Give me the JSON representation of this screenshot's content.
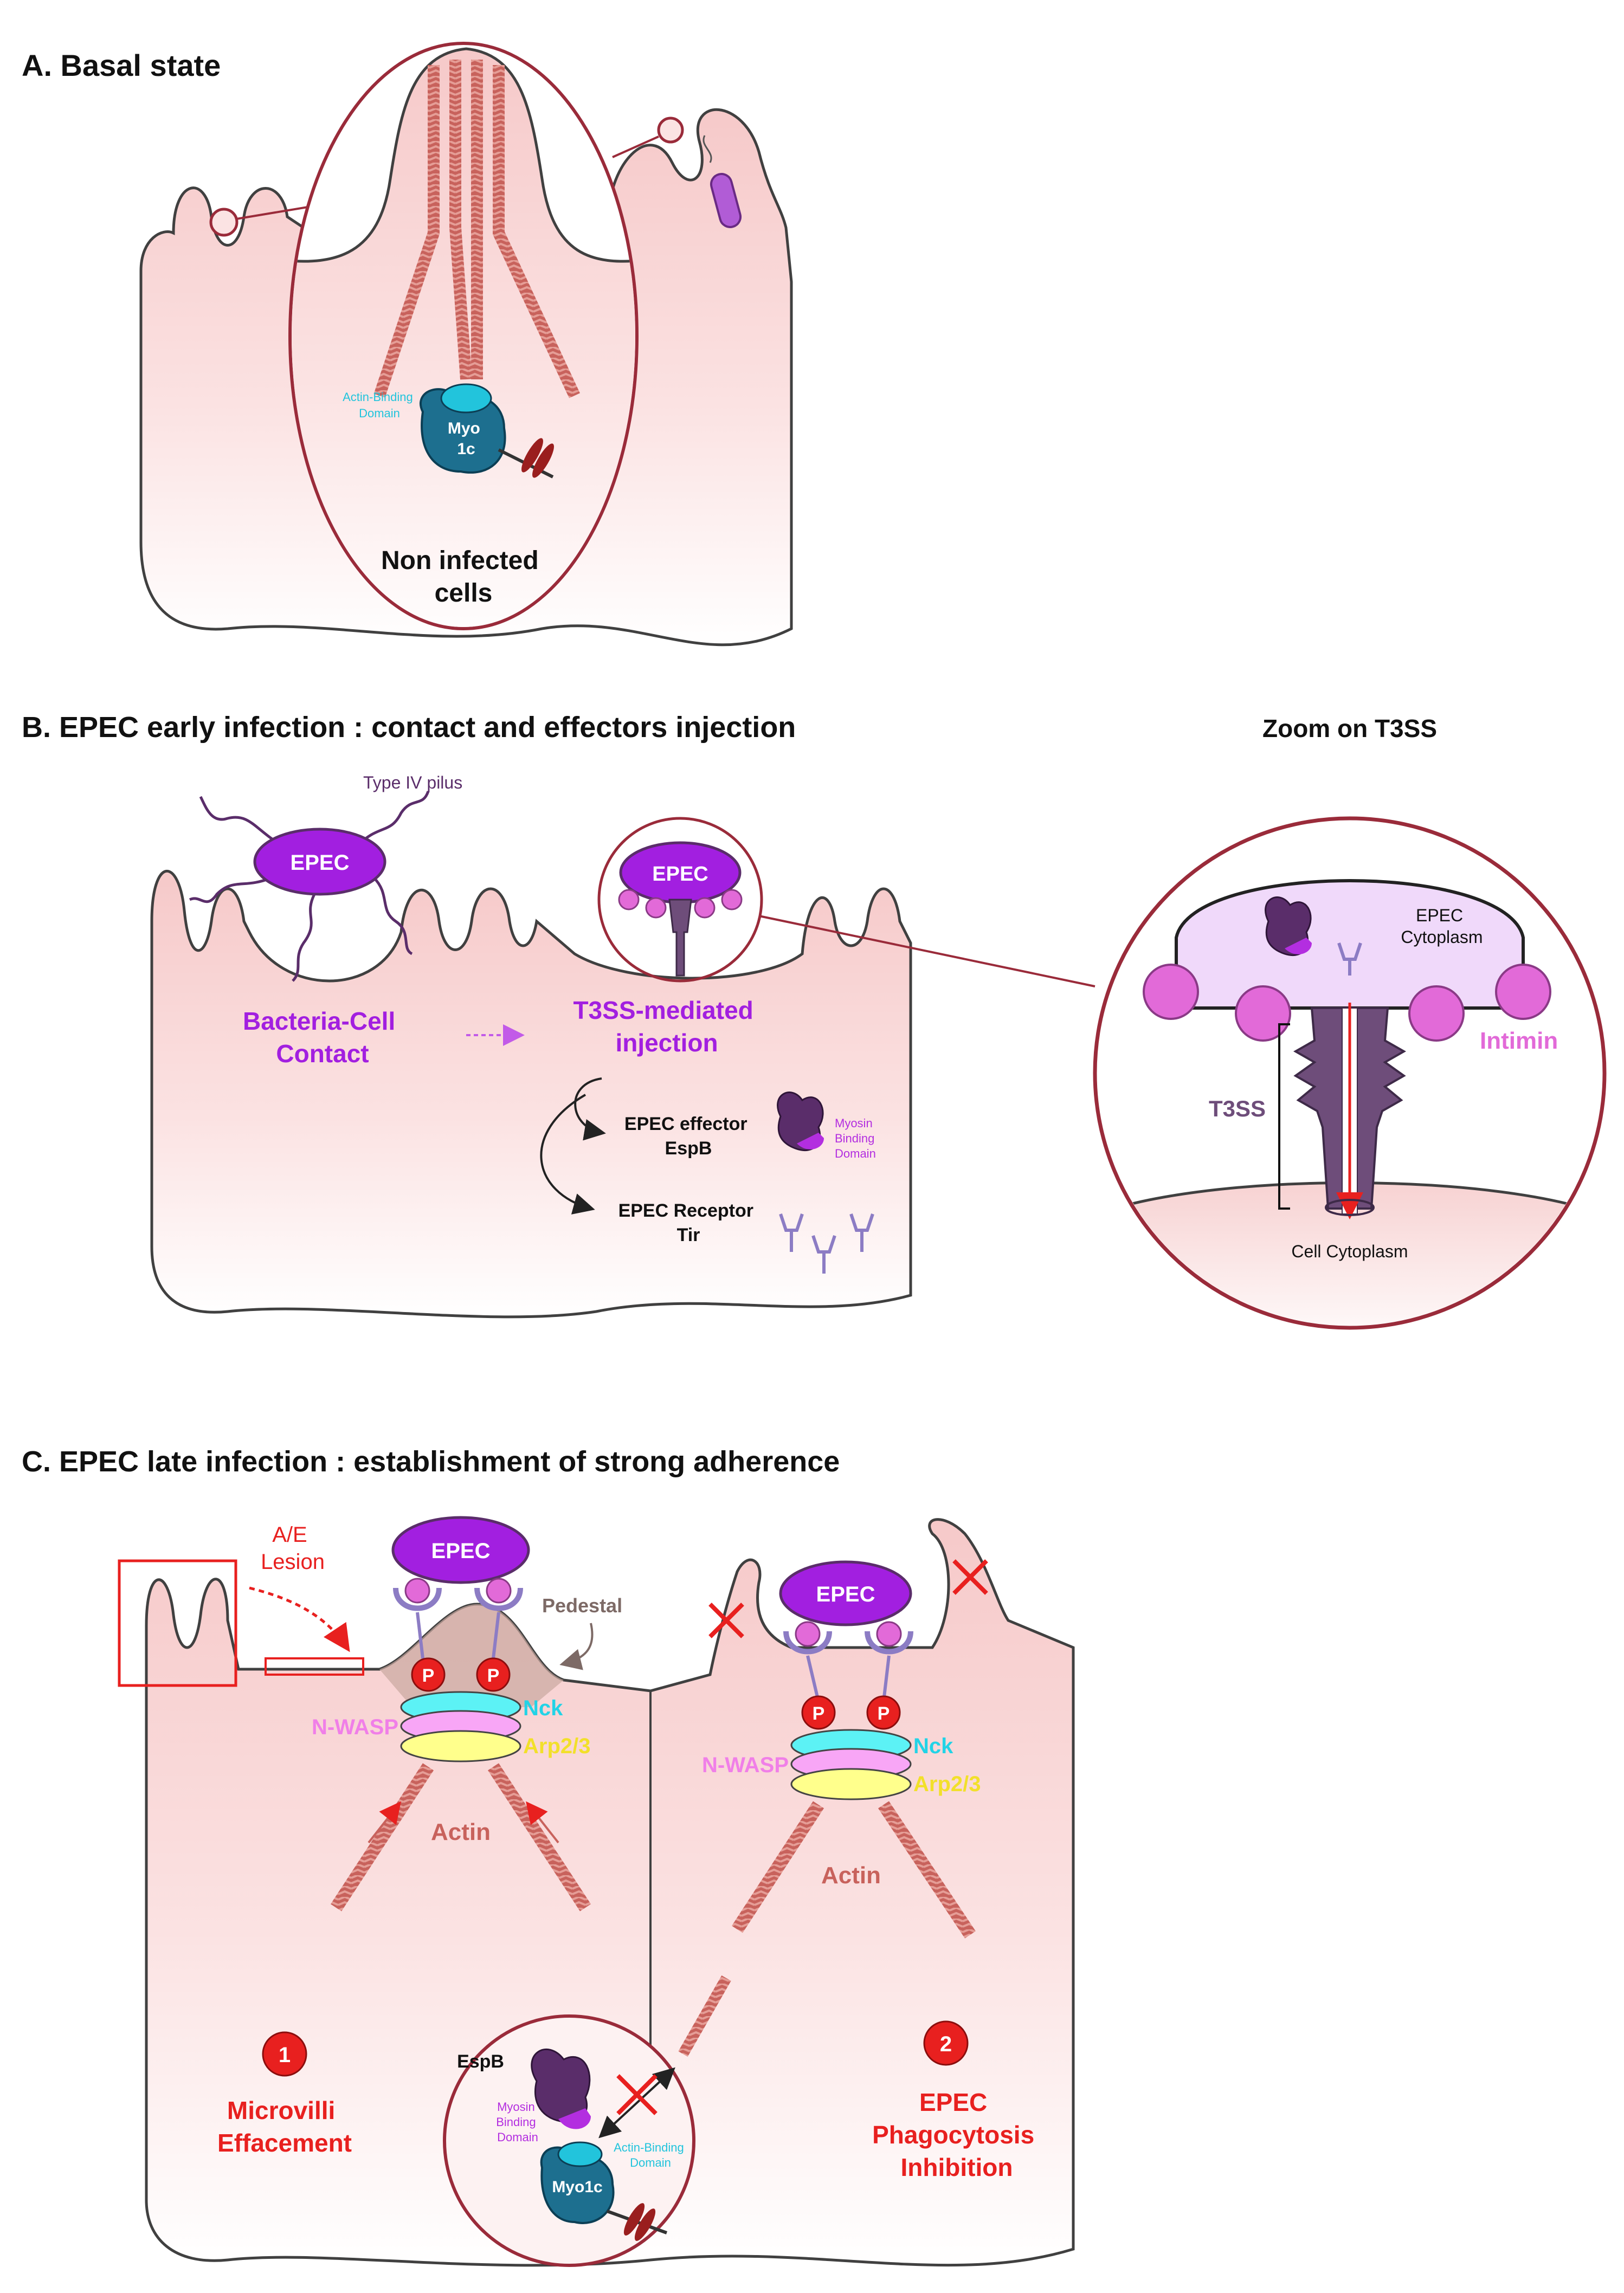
{
  "colors": {
    "cell_fill": "#fbe3e3",
    "cell_stroke": "#404040",
    "zoom_stroke": "#9a2b3a",
    "actin": "#c8625c",
    "myosin": "#1d6f8f",
    "myosin_head": "#22c4dc",
    "epec": "#a21fe0",
    "intimin": "#e26ad8",
    "red": "#e8201f",
    "dark_purple": "#5a2d6a",
    "nck": "#5cf2f5",
    "nwasp": "#f8a6f6",
    "arp": "#ffff8c",
    "pedestal": "#c9a89f"
  },
  "panel_a": {
    "title": "A. Basal state",
    "actin_binding": [
      "Actin-Binding",
      "Domain"
    ],
    "myo": [
      "Myo",
      "1c"
    ],
    "caption": [
      "Non infected",
      "cells"
    ]
  },
  "panel_b": {
    "title": "B. EPEC early infection : contact and effectors injection",
    "pilus_label": "Type IV pilus",
    "epec_left": "EPEC",
    "epec_mid": "EPEC",
    "contact": [
      "Bacteria-Cell",
      "Contact"
    ],
    "injection": [
      "T3SS-mediated",
      "injection"
    ],
    "effector": [
      "EPEC effector",
      "EspB"
    ],
    "myosin_binding": [
      "Myosin",
      "Binding",
      "Domain"
    ],
    "receptor": [
      "EPEC Receptor",
      "Tir"
    ],
    "zoom_title": "Zoom on T3SS",
    "epec_cytoplasm": [
      "EPEC",
      "Cytoplasm"
    ],
    "intimin": "Intimin",
    "t3ss": "T3SS",
    "cell_cytoplasm": "Cell Cytoplasm"
  },
  "panel_c": {
    "title": "C. EPEC late infection : establishment of strong adherence",
    "ae_lesion": [
      "A/E",
      "Lesion"
    ],
    "epec_left": "EPEC",
    "epec_right": "EPEC",
    "pedestal": "Pedestal",
    "p": "P",
    "nck": "Nck",
    "nwasp": "N-WASP",
    "arp": "Arp2/3",
    "actin": "Actin",
    "num1": "1",
    "num2": "2",
    "effacement": [
      "Microvilli",
      "Effacement"
    ],
    "phago": [
      "EPEC",
      "Phagocytosis",
      "Inhibition"
    ],
    "espb": "EspB",
    "myosin_binding": [
      "Myosin",
      "Binding",
      "Domain"
    ],
    "actin_binding": [
      "Actin-Binding",
      "Domain"
    ],
    "myo1c": "Myo1c"
  }
}
